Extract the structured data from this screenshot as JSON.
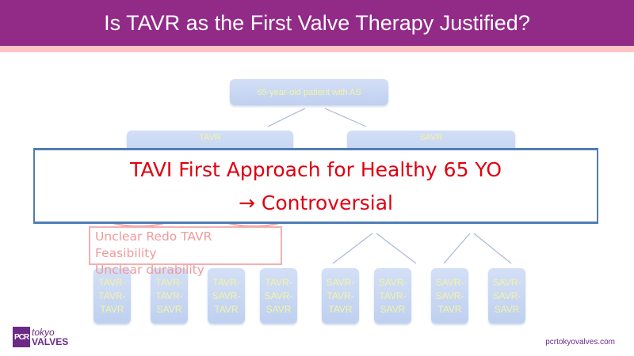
{
  "title": "Is TAVR as the First Valve Therapy Justified?",
  "tree": {
    "root": "65-year-old patient with AS",
    "level2": [
      "TAVR",
      "SAVR"
    ],
    "leaves": [
      [
        "TAVR-",
        "TAVR-",
        "TAVR"
      ],
      [
        "TAVR-",
        "TAVR-",
        "SAVR"
      ],
      [
        "TAVR-",
        "SAVR-",
        "TAVR"
      ],
      [
        "TAVR-",
        "SAVR-",
        "SAVR"
      ],
      [
        "SAVR-",
        "TAVR-",
        "TAVR"
      ],
      [
        "SAVR-",
        "TAVR-",
        "SAVR"
      ],
      [
        "SAVR-",
        "SAVR-",
        "TAVR"
      ],
      [
        "SAVR-",
        "SAVR-",
        "SAVR"
      ]
    ]
  },
  "callout": {
    "line1": "TAVI First Approach for Healthy 65 YO",
    "line2": "→ Controversial"
  },
  "concerns": [
    "Unclear Redo TAVR Feasibility",
    "Unclear durability"
  ],
  "footer": {
    "logo_pcr": "PCR",
    "logo_tokyo": "tokyo",
    "logo_valves": "VALVES",
    "url": "pcrtokyovalves.com"
  },
  "colors": {
    "header": "#922a88",
    "accent_red": "#e00010",
    "border_blue": "#4f7db8"
  }
}
